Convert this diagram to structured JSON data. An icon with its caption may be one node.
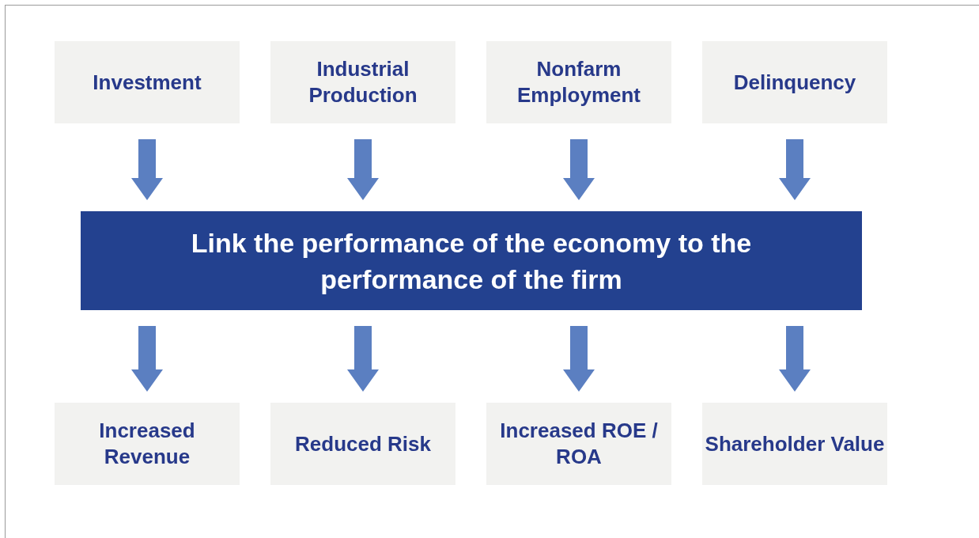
{
  "diagram": {
    "nodes": [
      {
        "text": [
          "Investment"
        ]
      },
      {
        "text": [
          "Industrial Production"
        ]
      },
      {
        "text": [
          "Nonfarm Employment"
        ]
      },
      {
        "text": [
          "Delinquency"
        ]
      },
      {
        "text": [
          "Link the performance of the economy to the performance of the firm"
        ]
      },
      {
        "text": [
          "Increased Revenue"
        ]
      },
      {
        "text": [
          "Reduced Risk"
        ]
      },
      {
        "text": [
          "Increased ROE / ROA"
        ]
      },
      {
        "text": [
          "Shareholder Value"
        ]
      }
    ],
    "edges": [
      {
        "from": 0,
        "to": 4,
        "arrow": "to"
      },
      {
        "from": 1,
        "to": 4,
        "arrow": "to"
      },
      {
        "from": 2,
        "to": 4,
        "arrow": "to"
      },
      {
        "from": 3,
        "to": 4,
        "arrow": "to"
      },
      {
        "from": 4,
        "to": 5,
        "arrow": "to"
      },
      {
        "from": 4,
        "to": 6,
        "arrow": "to"
      },
      {
        "from": 4,
        "to": 7,
        "arrow": "to"
      },
      {
        "from": 4,
        "to": 8,
        "arrow": "to"
      }
    ]
  }
}
